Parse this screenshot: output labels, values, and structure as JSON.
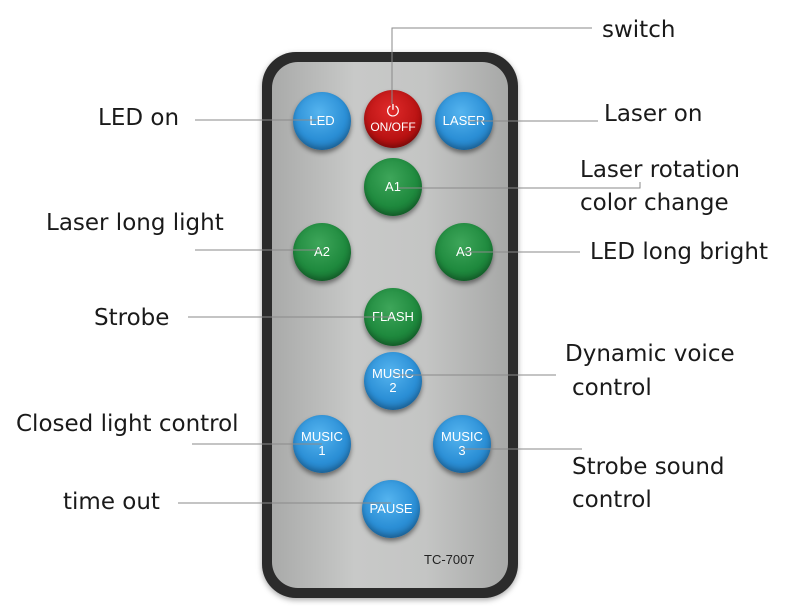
{
  "remote": {
    "model": "TC-7007",
    "buttons": {
      "led": "LED",
      "onoff": "ON/OFF",
      "laser": "LASER",
      "a1": "A1",
      "a2": "A2",
      "a3": "A3",
      "flash": "FLASH",
      "music2": {
        "top": "MUSIC",
        "bottom": "2"
      },
      "music1": {
        "top": "MUSIC",
        "bottom": "1"
      },
      "music3": {
        "top": "MUSIC",
        "bottom": "3"
      },
      "pause": "PAUSE"
    }
  },
  "labels": {
    "switch": "switch",
    "led_on": "LED on",
    "laser_on": "Laser on",
    "laser_rotation_1": "Laser rotation",
    "laser_rotation_2": "color change",
    "laser_long_light": "Laser long light",
    "led_long_bright": "LED long bright",
    "strobe": "Strobe",
    "dynamic_voice_1": "Dynamic voice",
    "dynamic_voice_2": "control",
    "closed_light": "Closed light control",
    "strobe_sound_1": "Strobe sound",
    "strobe_sound_2": "control",
    "time_out": "time out"
  },
  "colors": {
    "blue_button": "#2b8fd6",
    "green_button": "#1f8a3e",
    "red_button": "#b81212",
    "remote_body": "#2b2b2b",
    "remote_face": "#c4c5c4"
  },
  "icons": {
    "power": "power-icon"
  }
}
